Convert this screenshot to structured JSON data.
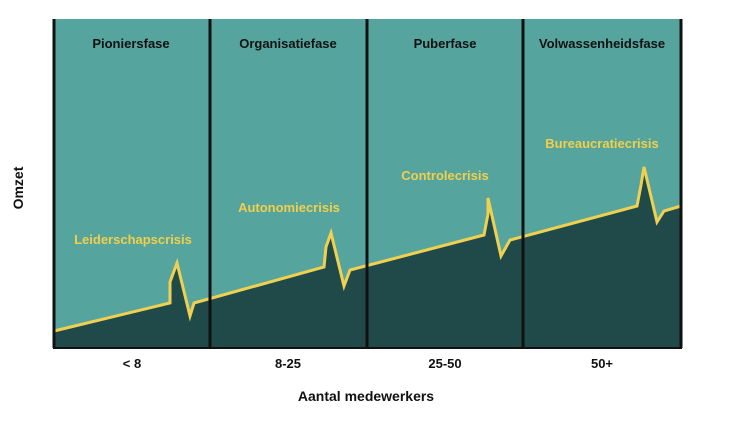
{
  "colors": {
    "teal": "#55a59e",
    "dark": "#204a4a",
    "growth_line": "#f0d050",
    "label": "#f2cf4a",
    "divider": "#111111"
  },
  "phases": [
    {
      "title": "Pioniersfase",
      "crisis": "Leiderschapscrisis",
      "employees": "< 8"
    },
    {
      "title": "Organisatiefase",
      "crisis": "Autonomiecrisis",
      "employees": "8-25"
    },
    {
      "title": "Puberfase",
      "crisis": "Controlecrisis",
      "employees": "25-50"
    },
    {
      "title": "Volwassenheidsfase",
      "crisis": "Bureaucratiecrisis",
      "employees": "50+"
    }
  ],
  "axes": {
    "x_title": "Aantal medewerkers",
    "y_title": "Omzet"
  }
}
